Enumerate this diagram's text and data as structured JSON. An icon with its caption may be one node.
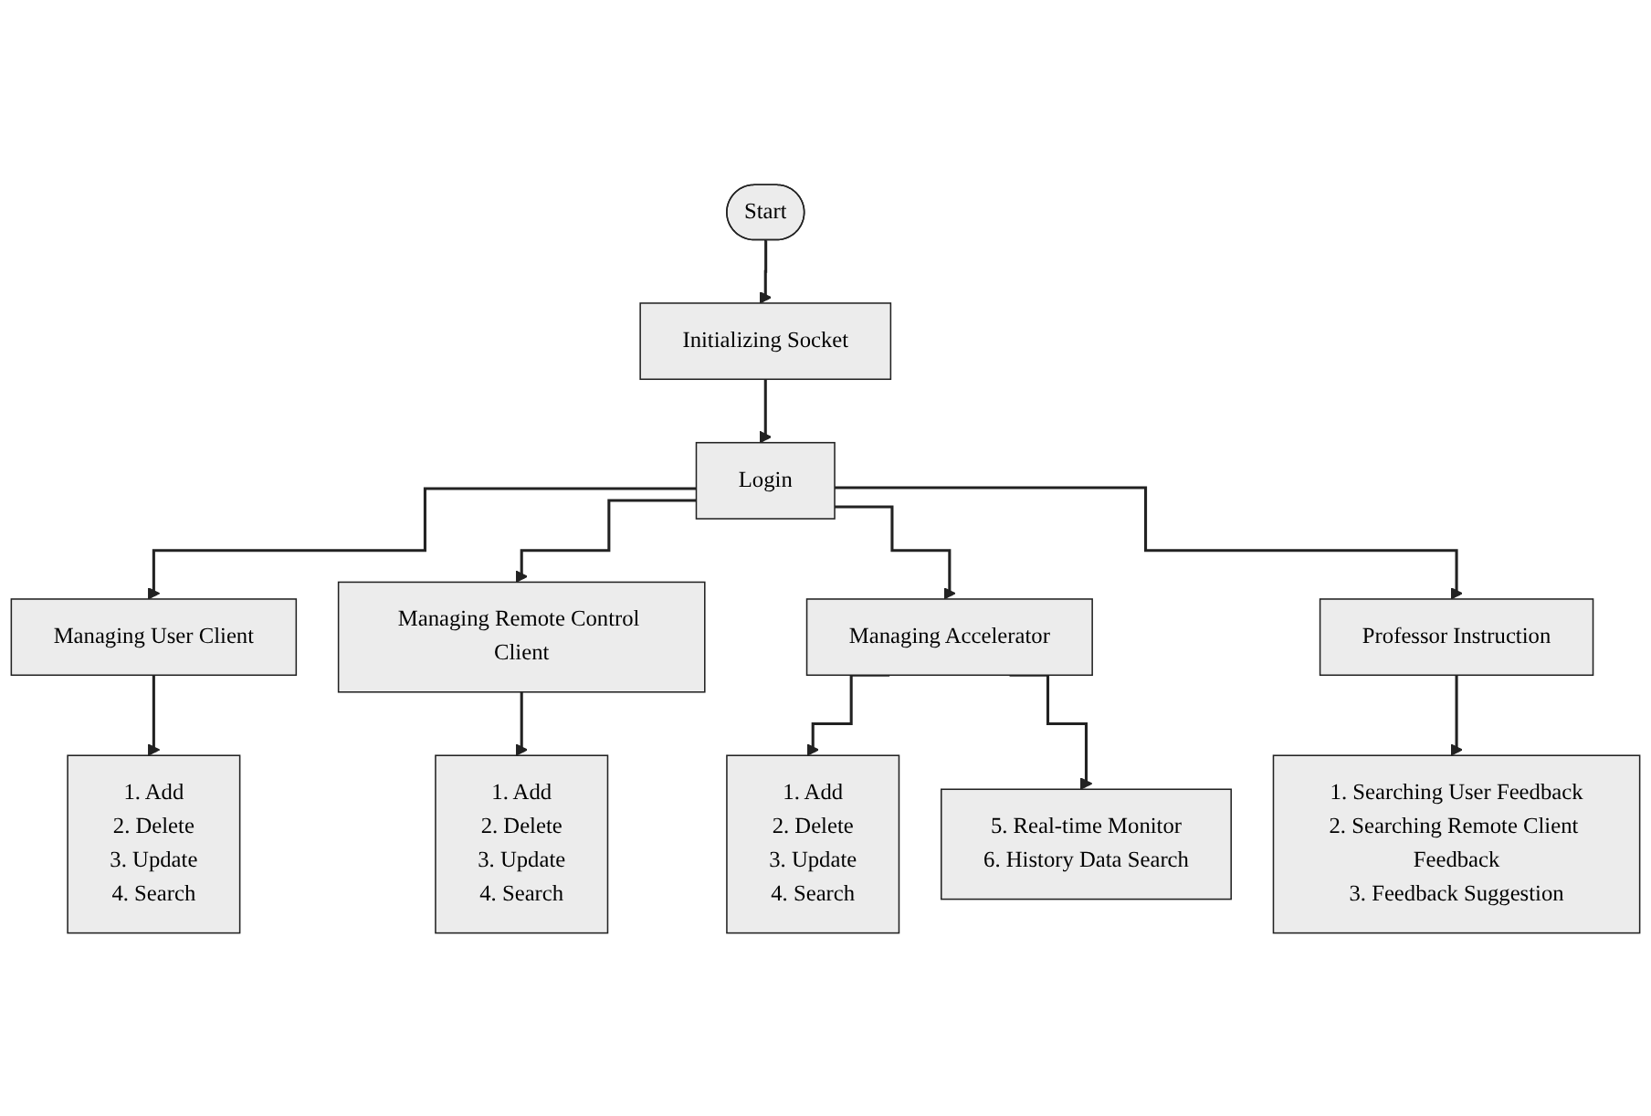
{
  "diagram": {
    "nodes": [
      {
        "text": [
          "Start"
        ]
      },
      {
        "text": [
          "Initializing Socket"
        ]
      },
      {
        "text": [
          "Login"
        ]
      },
      {
        "text": [
          "Managing User Client"
        ]
      },
      {
        "text": [
          "Managing Remote Control Client"
        ]
      },
      {
        "text": [
          "Managing Accelerator"
        ]
      },
      {
        "text": [
          "Professor Instruction"
        ]
      },
      {
        "text": [
          "1. Add",
          "2. Delete",
          "3. Update",
          "4. Search"
        ]
      },
      {
        "text": [
          "1. Add",
          "2. Delete",
          "3. Update",
          "4. Search"
        ]
      },
      {
        "text": [
          "1. Add",
          "2. Delete",
          "3. Update",
          "4. Search"
        ]
      },
      {
        "text": [
          "5. Real-time Monitor",
          "6. History Data Search"
        ]
      },
      {
        "text": [
          "1. Searching User Feedback",
          "2. Searching Remote Client Feedback",
          "3. Feedback Suggestion"
        ]
      }
    ],
    "edges": [
      {
        "from": 0,
        "to": 1,
        "arrow": "to"
      },
      {
        "from": 1,
        "to": 2,
        "arrow": "to"
      },
      {
        "from": 2,
        "to": 3,
        "arrow": "to"
      },
      {
        "from": 2,
        "to": 4,
        "arrow": "to"
      },
      {
        "from": 2,
        "to": 5,
        "arrow": "to"
      },
      {
        "from": 2,
        "to": 6,
        "arrow": "to"
      },
      {
        "from": 3,
        "to": 7,
        "arrow": "to"
      },
      {
        "from": 4,
        "to": 8,
        "arrow": "to"
      },
      {
        "from": 5,
        "to": 9,
        "arrow": "to"
      },
      {
        "from": 5,
        "to": 10,
        "arrow": "to"
      },
      {
        "from": 6,
        "to": 11,
        "arrow": "to"
      }
    ]
  }
}
